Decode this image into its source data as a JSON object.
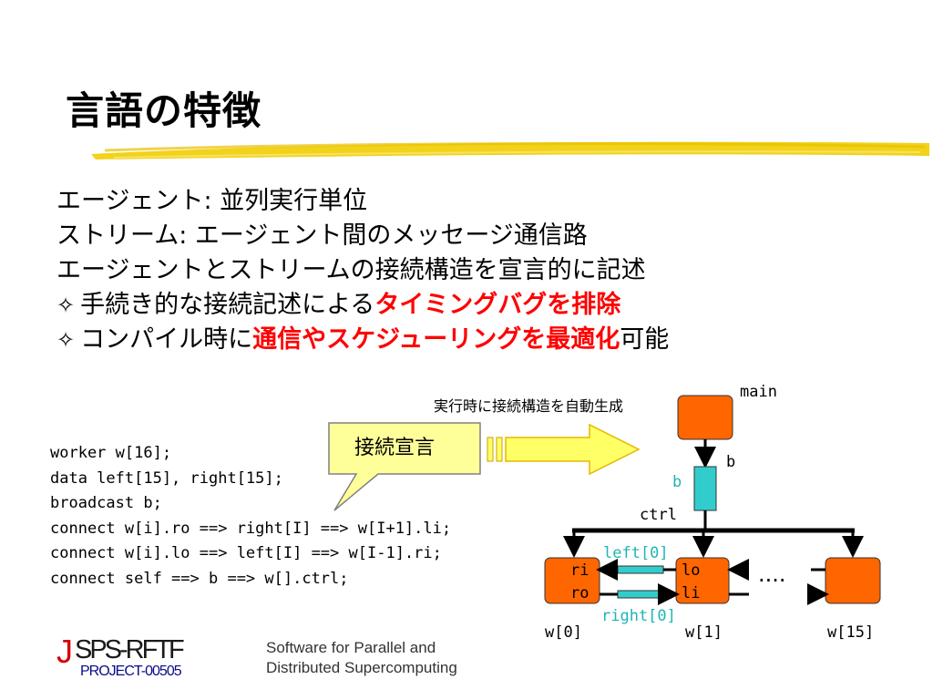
{
  "slide": {
    "title": "言語の特徴",
    "bullets": [
      {
        "text": "エージェント: 並列実行単位"
      },
      {
        "text": "ストリーム: エージェント間のメッセージ通信路"
      },
      {
        "text": "エージェントとストリームの接続構造を宣言的に記述"
      },
      {
        "marker": "✧",
        "text": "手続き的な接続記述による",
        "highlight": "タイミングバグを排除",
        "suffix": ""
      },
      {
        "marker": "✧",
        "text": "コンパイル時に",
        "highlight": "通信やスケジューリングを最適化",
        "suffix": "可能"
      }
    ],
    "code_lines": [
      "worker w[16];",
      "data left[15], right[15];",
      "broadcast b;",
      "connect w[i].ro ==> right[I] ==> w[I+1].li;",
      "connect w[i].lo ==> left[I] ==> w[I-1].ri;",
      "connect self ==> b ==> w[].ctrl;"
    ],
    "callout_label": "接続宣言",
    "arrow_caption": "実行時に接続構造を自動生成"
  },
  "diagram": {
    "main_label": "main",
    "b_label_black": "b",
    "b_label_cyan": "b",
    "ctrl_label": "ctrl",
    "left0_label": "left[0]",
    "right0_label": "right[0]",
    "ri_label": "ri",
    "ro_label": "ro",
    "lo_label": "lo",
    "li_label": "li",
    "dots": "....",
    "w0_label": "w[0]",
    "w1_label": "w[1]",
    "w15_label": "w[15]"
  },
  "footer": {
    "logo_j": "J",
    "logo_main": "SPS-RFTF",
    "logo_project": "PROJECT-00505",
    "tagline_line1": "Software for Parallel and",
    "tagline_line2": "Distributed Supercomputing"
  },
  "colors": {
    "accent_red": "#ff0000",
    "node_orange": "#ff6600",
    "stream_cyan": "#33cccc",
    "cyan_text": "#1fb5b5",
    "highlighter_yellow": "#f2d21a",
    "callout_fill": "#ffff99",
    "arrow_fill": "#ffff66",
    "arrow_stroke": "#e6b800"
  }
}
